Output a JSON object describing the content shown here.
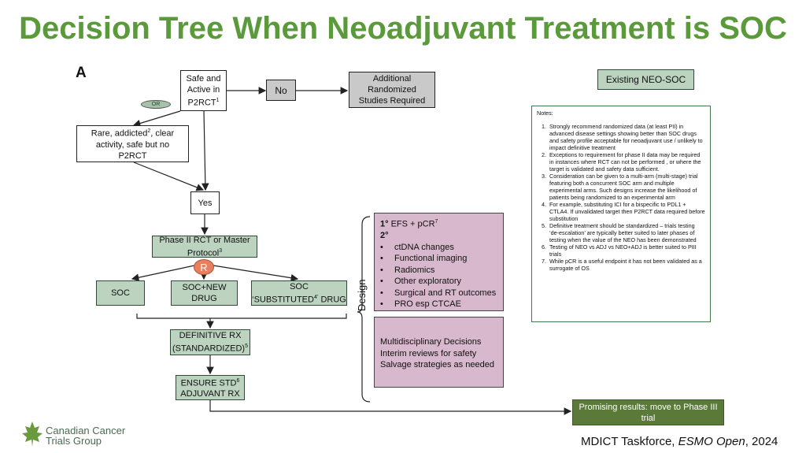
{
  "title": "Decision Tree When Neoadjuvant Treatment is SOC",
  "panel_letter": "A",
  "nodes": {
    "safe_active": [
      "Safe and",
      "Active in",
      "P2RCT"
    ],
    "safe_active_sup": "1",
    "or_label": "OR",
    "no": "No",
    "additional": [
      "Additional",
      "Randomized",
      "Studies Required"
    ],
    "rare": [
      "Rare, addicted",
      "2",
      ", clear",
      "activity, safe but no",
      "P2RCT"
    ],
    "yes": "Yes",
    "phase2": [
      "Phase II RCT or Master",
      "Protocol"
    ],
    "phase2_sup": "3",
    "r": "R",
    "soc": "SOC",
    "soc_new": [
      "SOC+NEW",
      "DRUG"
    ],
    "soc_sub": [
      "SOC",
      "‘SUBSTITUTED",
      "4’",
      " DRUG"
    ],
    "definitive": [
      "DEFINITIVE RX",
      "(STANDARDIZED)"
    ],
    "definitive_sup": "5",
    "ensure": [
      "ENSURE STD",
      "ADJUVANT RX"
    ],
    "ensure_sup": "6",
    "existing": "Existing NEO-SOC",
    "promising": "Promising results: move to Phase III trial"
  },
  "design": {
    "label": "Design",
    "primary_prefix": "1°",
    "primary_text": " EFS  +  pCR",
    "primary_sup": "7",
    "secondary": "2°",
    "bullets": [
      "ctDNA changes",
      "Functional imaging",
      "Radiomics",
      "Other exploratory",
      "Surgical and RT outcomes",
      "PRO esp CTCAE"
    ],
    "multi": [
      "Multidisciplinary Decisions",
      "Interim reviews for safety",
      "Salvage strategies as needed"
    ]
  },
  "notes": {
    "heading": "Notes:",
    "items": [
      "Strongly recommend randomized data (at least PII) in advanced disease settings showing better than SOC drugs and safety profile acceptable for neoadjuvant use / unlikely to impact definitive treatment",
      "Exceptions to requirement for phase II data may be required in instances where RCT can not be performed , or where the target is validated and safety data sufficient.",
      "Consideration can be given to a multi-arm (multi-stage) trial featuring both a concurrent SOC arm and multiple experimental arms. Such designs increase the likelihood of patients being randomized to an experimental arm",
      "For example, substituting ICI for a bispecific to PDL1 + CTLA4.  If unvalidated target then P2RCT data required before substitution",
      "Definitive treatment should be standardized – trials testing ‘de-escalation’ are typically better suited to later phases of testing when the value of the NEO has been demonstrated",
      "Testing of NEO vs ADJ vs NEO+ADJ is better suited to PIII trials",
      "While pCR is a useful endpoint it has not been validated as a surrogate of OS"
    ]
  },
  "logo": [
    "Canadian Cancer",
    "Trials Group"
  ],
  "citation": {
    "prefix": "MDICT Taskforce, ",
    "journal": "ESMO Open",
    "suffix": ", 2024"
  },
  "colors": {
    "title_green": "#5a9a3a",
    "green_box": "#bcd3c0",
    "mauve_box": "#d8b8cc",
    "gray_box": "#c9c9c9",
    "promising_green": "#5b7a3a"
  }
}
